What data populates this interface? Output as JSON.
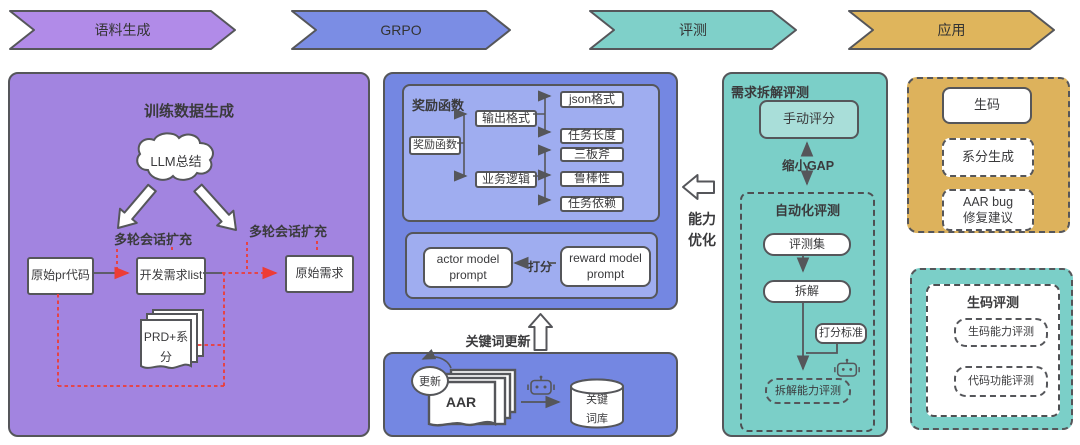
{
  "colors": {
    "phase_purple": "#b18be8",
    "phase_blue": "#7b8de4",
    "phase_teal": "#7fd0c9",
    "phase_gold": "#dfb55c",
    "panel_purple": "#a284e0",
    "panel_blue": "#7487e2",
    "panel_blue_light": "#9fadf0",
    "panel_teal": "#7bcfc8",
    "teal_light": "#a9ded9",
    "panel_gold": "#ddb25c",
    "accent_red": "#ed3c36",
    "outline": "#55565a"
  },
  "phases": [
    {
      "label": "语料生成"
    },
    {
      "label": "GRPO"
    },
    {
      "label": "评测"
    },
    {
      "label": "应用"
    }
  ],
  "training_panel": {
    "title": "训练数据生成",
    "cloud_label": "LLM总结",
    "expand_label_left": "多轮会话扩充",
    "expand_label_right": "多轮会话扩充",
    "node_pr_code": "原始pr代码",
    "node_dev_list": "开发需求list",
    "node_origin_req": "原始需求",
    "doc_prd_line1": "PRD+系",
    "doc_prd_line2": "分"
  },
  "grpo_panel": {
    "group_label": "奖励函数",
    "root_node": "奖励函数",
    "branch_output": "输出格式",
    "branch_logic": "业务逻辑",
    "leaves": [
      "json格式",
      "任务长度",
      "三板斧",
      "鲁棒性",
      "任务依赖"
    ],
    "actor_prompt_line1": "actor model",
    "actor_prompt_line2": "prompt",
    "reward_prompt_line1": "reward model",
    "reward_prompt_line2": "prompt",
    "score_label": "打分",
    "keyword_update_label": "关键词更新"
  },
  "aar_panel": {
    "update_label": "更新",
    "doc_label": "AAR",
    "db_line1": "关键",
    "db_line2": "词库"
  },
  "demand_eval_panel": {
    "title": "需求拆解评测",
    "manual_score": "手动评分",
    "gap_label": "缩小GAP",
    "auto_eval_title": "自动化评测",
    "eval_set": "评测集",
    "decompose": "拆解",
    "score_criteria": "打分标准",
    "decompose_ability": "拆解能力评测"
  },
  "capability_note": {
    "line1": "能力",
    "line2": "优化"
  },
  "apply_panel": {
    "codegen": "生码",
    "sys_gen": "系分生成",
    "aar_bug_line1": "AAR bug",
    "aar_bug_line2": "修复建议"
  },
  "codegen_eval_panel": {
    "title": "生码评测",
    "item_ability": "生码能力评测",
    "item_function": "代码功能评测"
  }
}
